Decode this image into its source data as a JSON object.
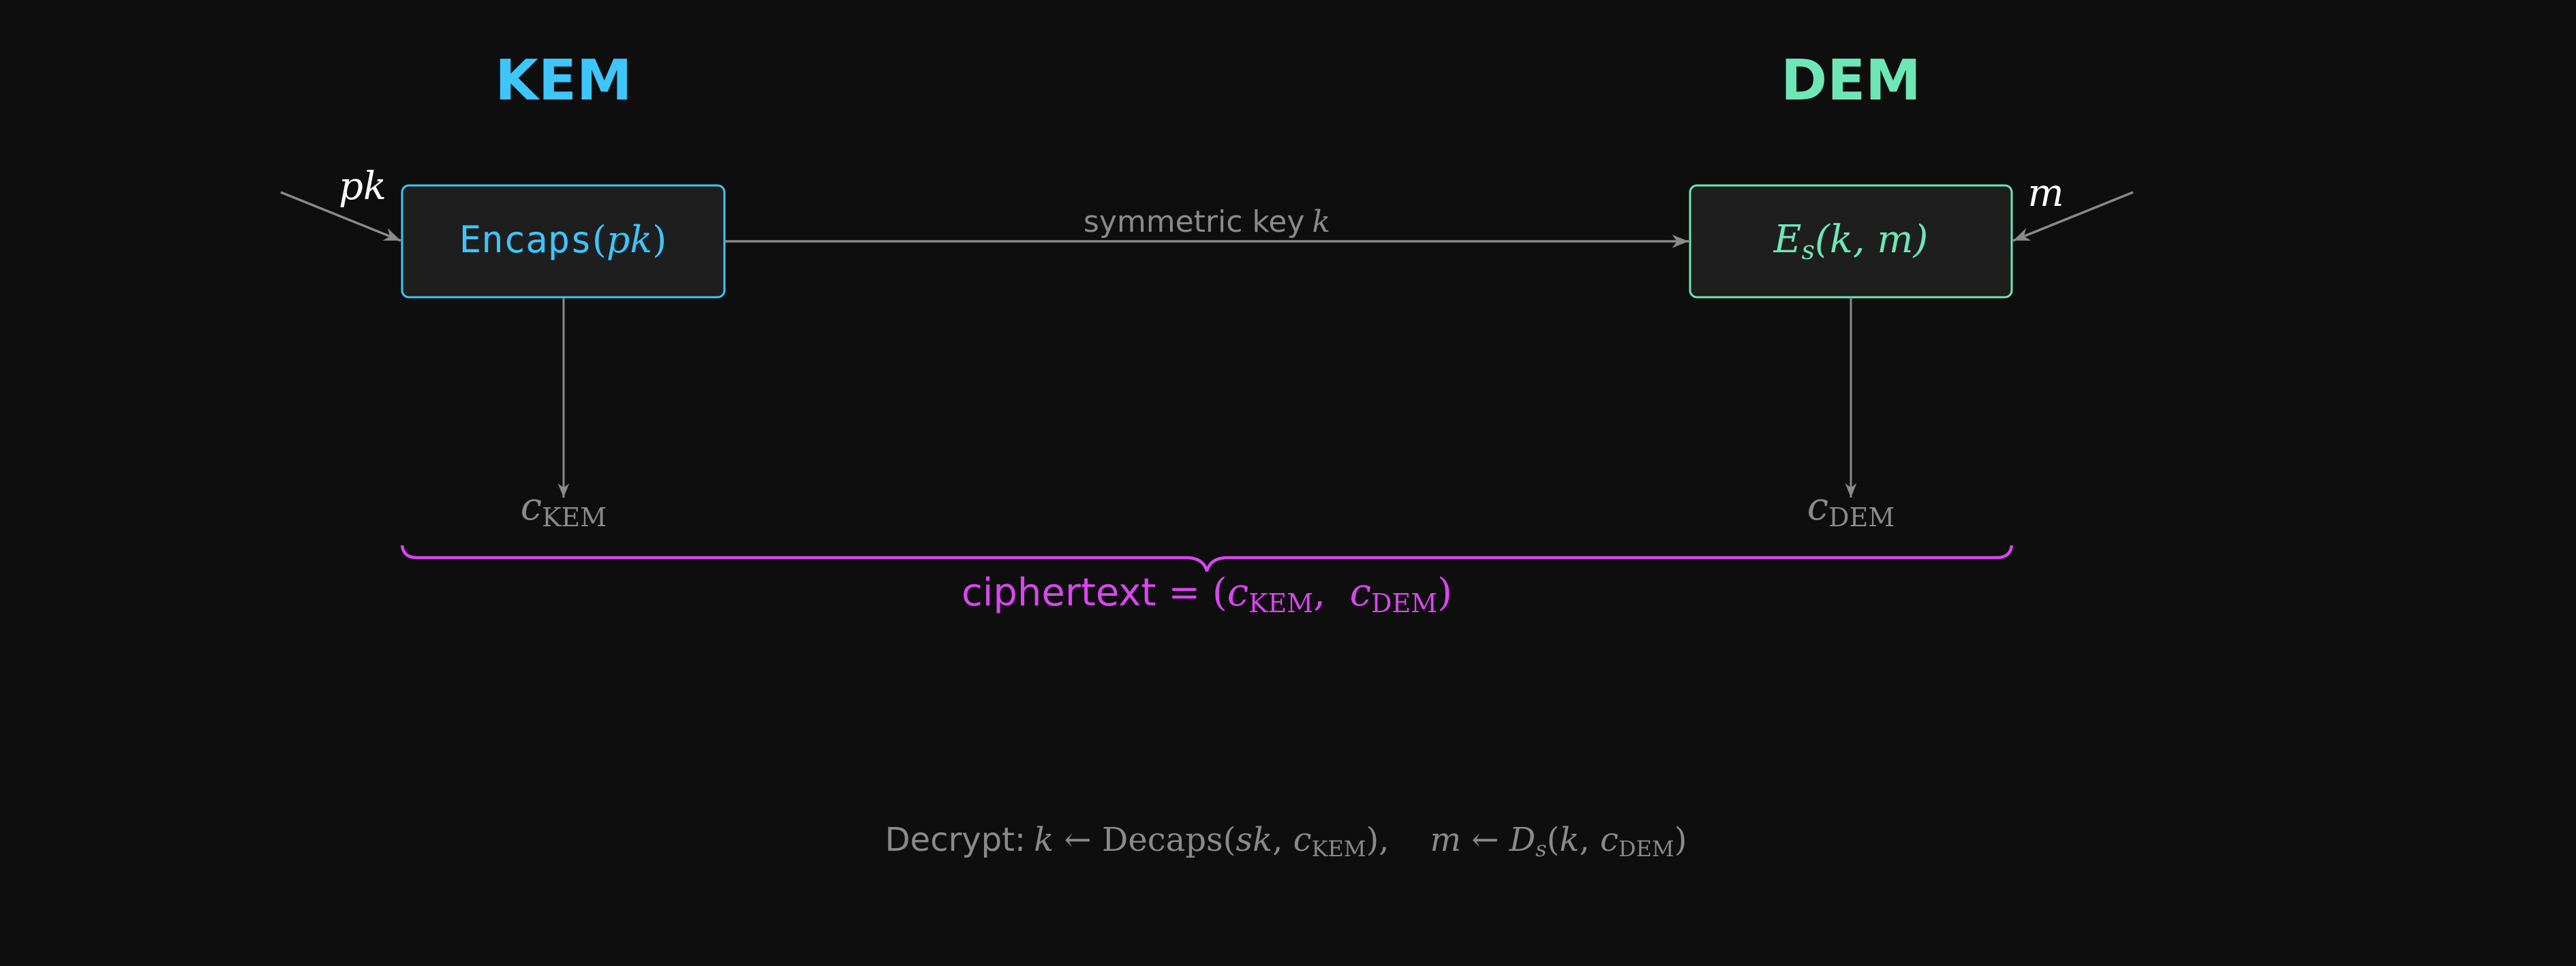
{
  "colors": {
    "background": "#0e0e0e",
    "kem": "#3ec5fa",
    "dem": "#6ee7b7",
    "ciphertext": "#d946ef",
    "arrow": "#8a8a8a",
    "box_fill": "#1e1e1e"
  },
  "kem": {
    "title": "KEM",
    "box_func": "Encaps",
    "box_arg": "pk",
    "input_label": "pk",
    "output_var": "c",
    "output_sub": "KEM"
  },
  "dem": {
    "title": "DEM",
    "box_func": "E",
    "box_func_sub": "s",
    "box_arg": "(k, m)",
    "input_label": "m",
    "output_var": "c",
    "output_sub": "DEM"
  },
  "edge": {
    "label_text": "symmetric key",
    "label_var": "k"
  },
  "ciphertext": {
    "label": "ciphertext",
    "equals": " = (",
    "c1": "c",
    "c1_sub": "KEM",
    "sep": ",  ",
    "c2": "c",
    "c2_sub": "DEM",
    "close": ")"
  },
  "decrypt": {
    "label": "Decrypt:",
    "k": "k",
    "arrow1": " ← Decaps(",
    "sk": "sk",
    "comma1": ", ",
    "c1": "c",
    "c1_sub": "KEM",
    "close1": "),",
    "m": "m",
    "arrow2": " ← ",
    "D": "D",
    "D_sub": "s",
    "open2": "(",
    "k2": "k",
    "comma2": ", ",
    "c2": "c",
    "c2_sub": "DEM",
    "close2": ")"
  }
}
